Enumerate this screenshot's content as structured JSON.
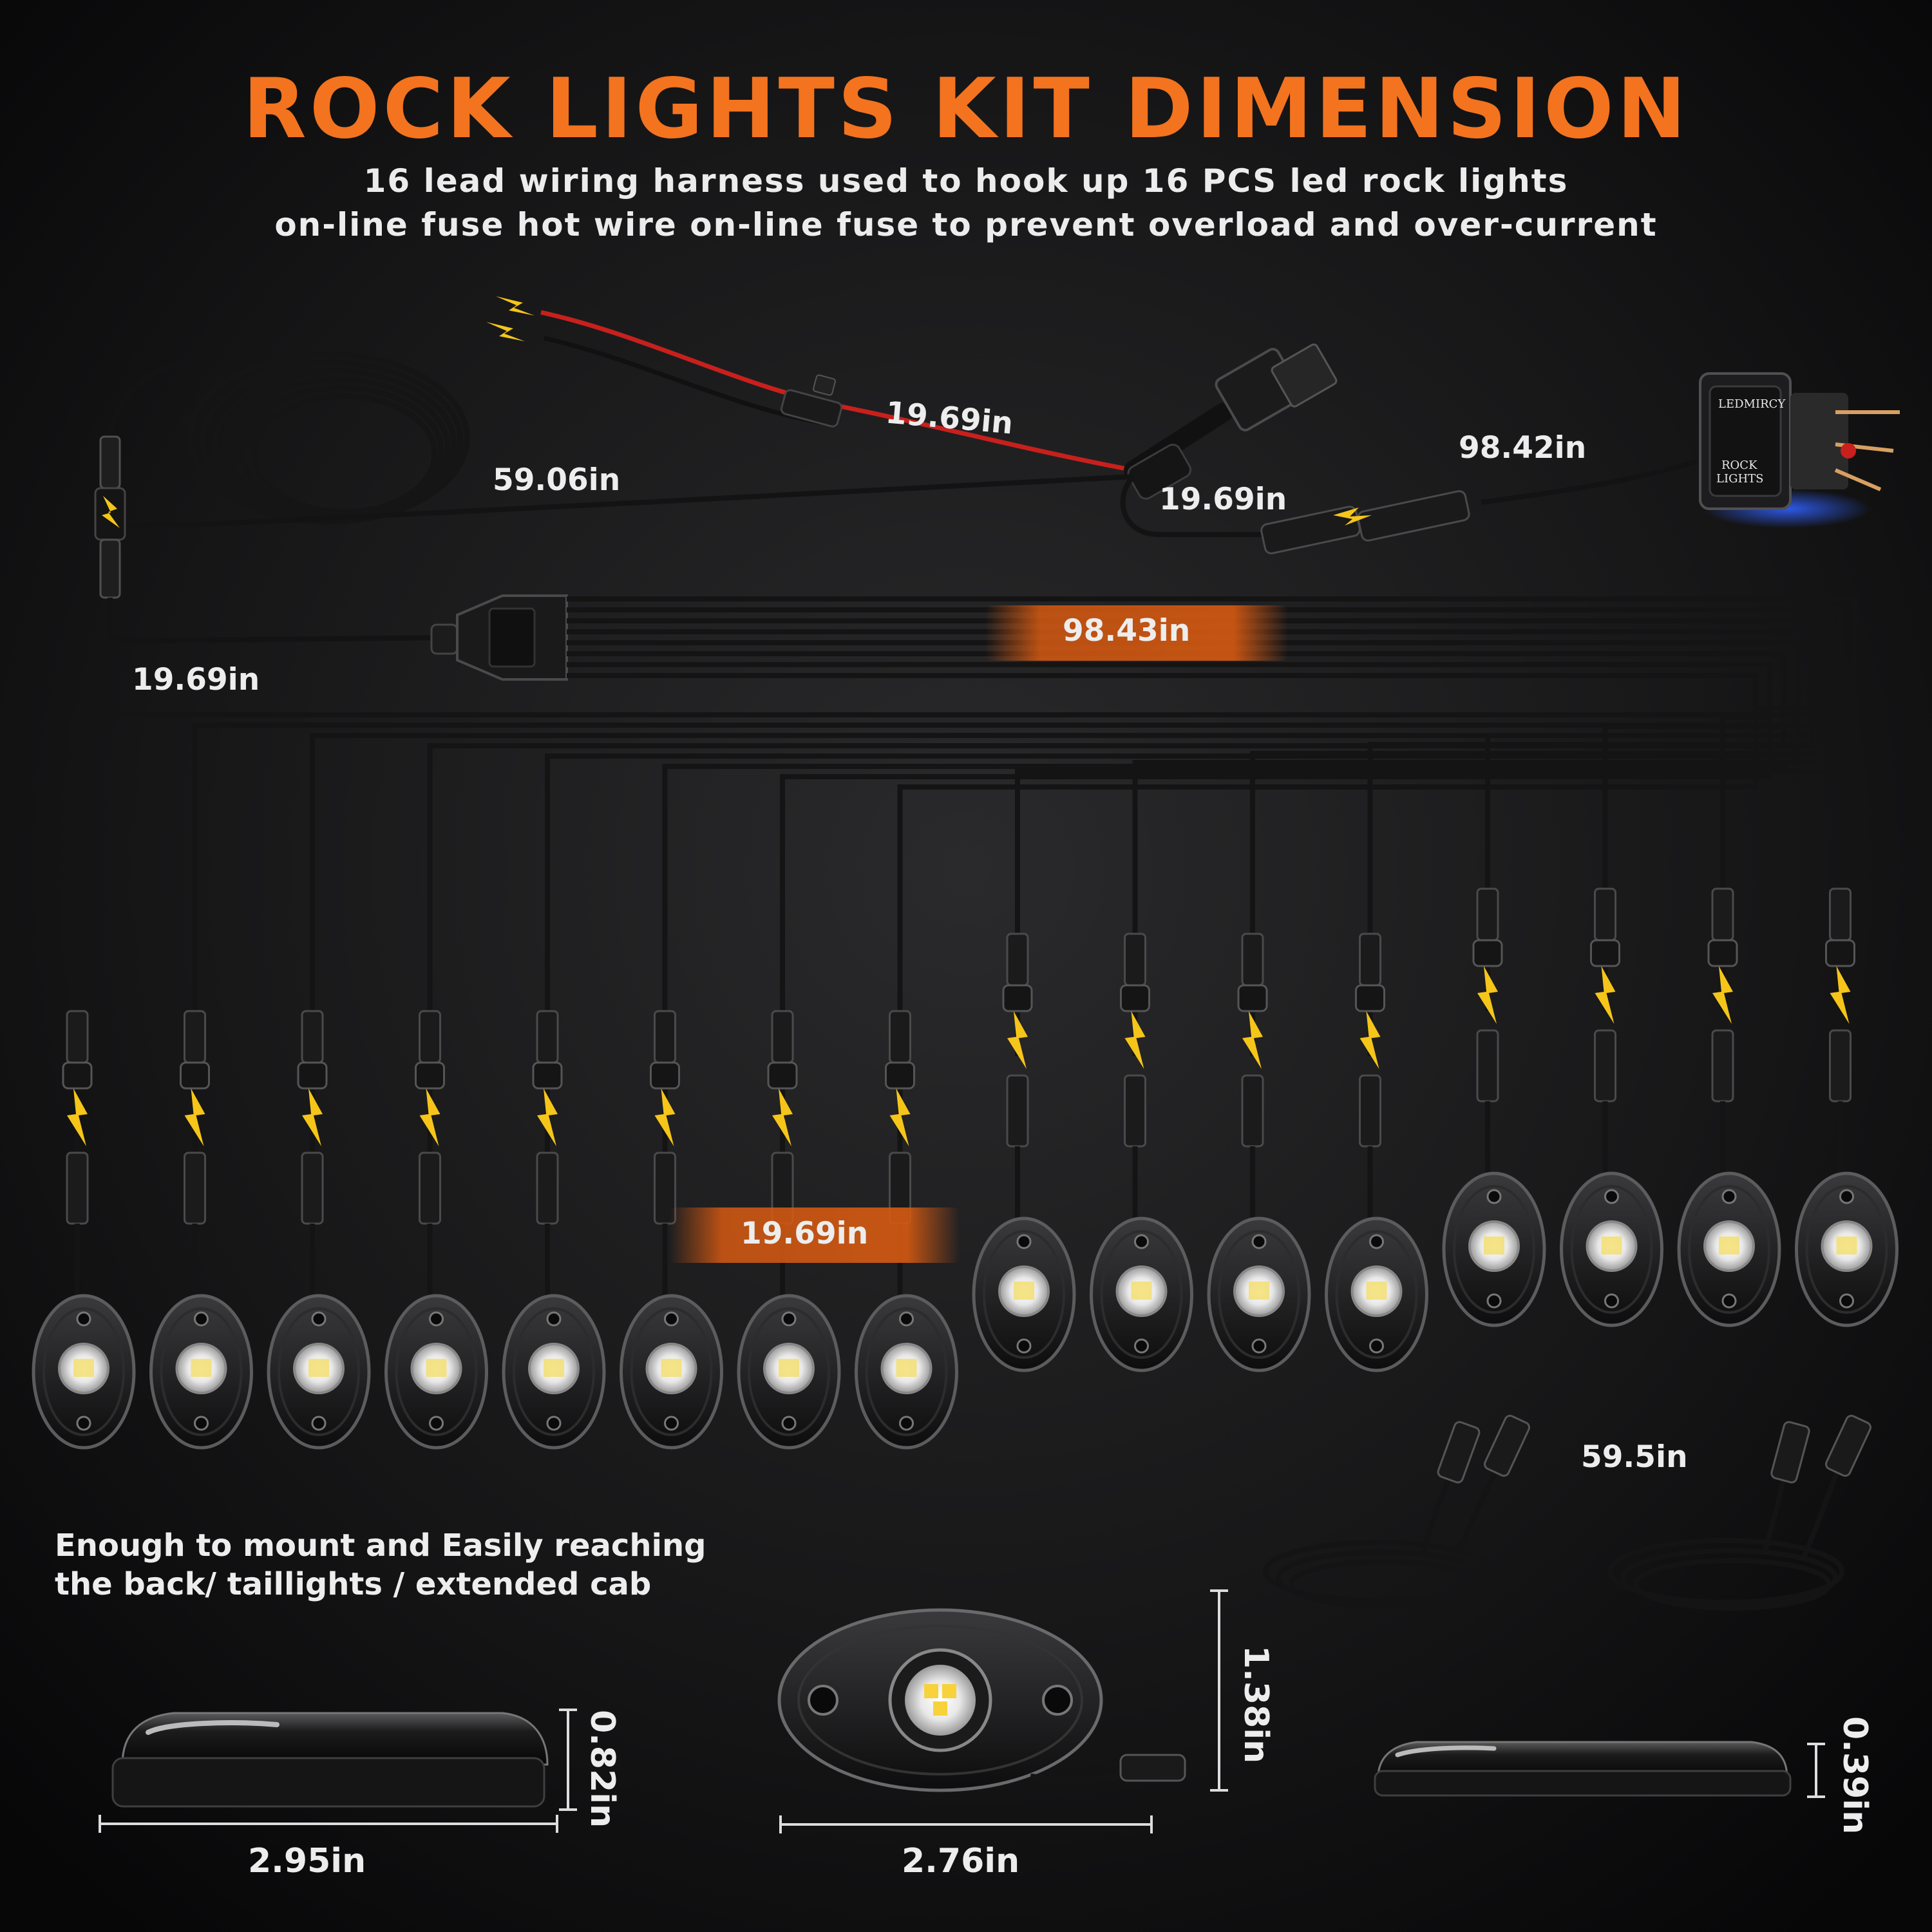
{
  "title": "ROCK LIGHTS KIT DIMENSION",
  "subtitle_line1": "16 lead wiring harness used to hook up 16 PCS led rock lights",
  "subtitle_line2": "on-line fuse hot wire on-line fuse to prevent overload and over-current",
  "switch_text": {
    "brand": "LEDMIRCY",
    "label_line1": "ROCK",
    "label_line2": "LIGHTS"
  },
  "dimensions": {
    "fuse_wire": "19.69in",
    "coil_cable": "59.06in",
    "switch_cable": "98.42in",
    "switch_short": "19.69in",
    "harness_lead": "19.69in",
    "harness_branch": "98.43in",
    "pod_lead": "19.69in",
    "extension": "59.5in",
    "light_width_left": "2.95in",
    "light_height_left": "0.82in",
    "light_width_mid": "2.76in",
    "light_height_mid": "1.38in",
    "light_height_right": "0.39in"
  },
  "note_line1": "Enough to mount and Easily reaching",
  "note_line2": "the back/ taillights / extended cab",
  "rock_light_count": 16,
  "colors": {
    "accent": "#f3731f",
    "bolt": "#f6c51a",
    "wire_red": "#c8201c",
    "switch_glow": "#2c55ff"
  }
}
